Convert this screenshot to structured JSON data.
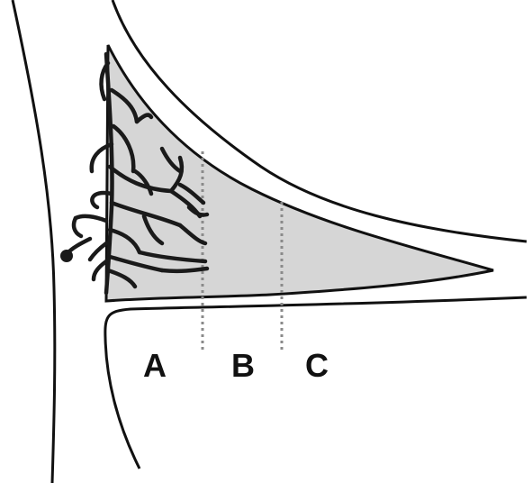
{
  "colors": {
    "line": "#111111",
    "shade": "#d6d6d6",
    "divider": "#8a8a8a",
    "background": "#ffffff"
  },
  "regions": [
    {
      "id": "A",
      "label": "A"
    },
    {
      "id": "B",
      "label": "B"
    },
    {
      "id": "C",
      "label": "C"
    }
  ]
}
